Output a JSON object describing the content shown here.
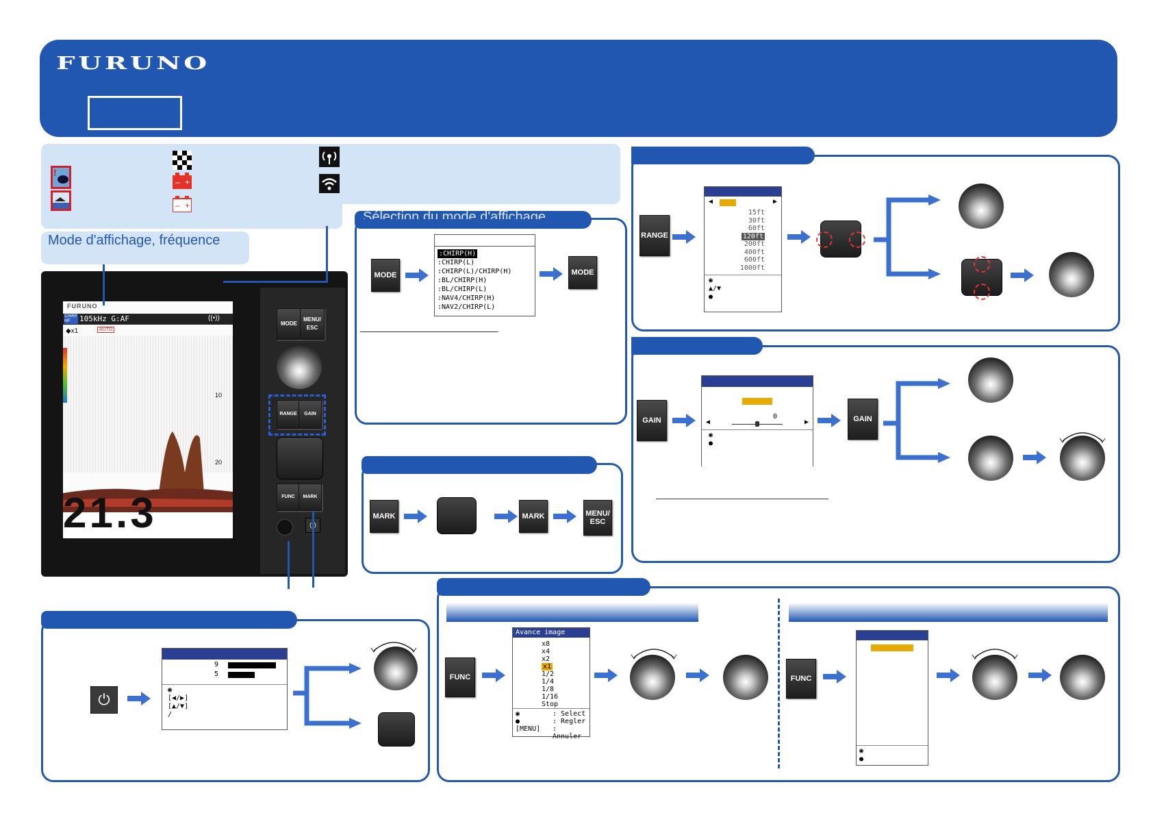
{
  "header": {
    "brand": "FURUNO"
  },
  "callouts": {
    "display_mode_frequency": "Mode d'affichage, fréquence",
    "display_mode_selection": "Sélection du mode d'affichage"
  },
  "device": {
    "screen_brand": "FURUNO",
    "chirp_badge": "CHIRP MF",
    "frequency_gain": "105kHz G:AF",
    "shift_indicator": "◆x1",
    "auto_badge": "AUTO",
    "depth_scale": [
      "10",
      "20"
    ],
    "depth_value": "21.3",
    "keys": {
      "mode": "MODE",
      "menu_esc": "MENU/\nESC",
      "range": "RANGE",
      "gain": "GAIN",
      "func": "FUNC",
      "mark": "MARK"
    }
  },
  "mode_panel": {
    "key_label": "MODE",
    "options": [
      ":CHIRP(H)",
      ":CHIRP(L)",
      ":CHIRP(L)/CHIRP(H)",
      ":BL/CHIRP(H)",
      ":BL/CHIRP(L)",
      ":NAV4/CHIRP(H)",
      ":NAV2/CHIRP(L)"
    ],
    "selected_index": 0
  },
  "range_panel": {
    "key_label": "RANGE",
    "values": [
      "15ft",
      "30ft",
      "60ft",
      "120ft",
      "200ft",
      "400ft",
      "600ft",
      "1000ft"
    ],
    "selected_index": 3,
    "legend_arrow": "▲/▼"
  },
  "gain_panel": {
    "key_label": "GAIN",
    "slider_value": "0"
  },
  "mark_panel": {
    "mark_label": "MARK",
    "menu_label": "MENU/\nESC"
  },
  "func_panel": {
    "key_label": "FUNC",
    "menu_title": "Avance image",
    "options": [
      "x8",
      "x4",
      "x2",
      "x1",
      "1/2",
      "1/4",
      "1/8",
      "1/16",
      "Stop"
    ],
    "selected_index": 3,
    "footer": [
      ": Select",
      ": Regler",
      ": Annuler"
    ],
    "footer_key": "[MENU]"
  },
  "power_panel": {
    "values": [
      "9",
      "5"
    ],
    "bar_levels": [
      1.0,
      0.55
    ],
    "footer_keys": [
      "[◀/▶]",
      "[▲/▼]",
      "/"
    ]
  },
  "colors": {
    "brand_blue": "#2257b1",
    "panel_light": "#d4e4f7",
    "highlight": "#e8a900"
  }
}
